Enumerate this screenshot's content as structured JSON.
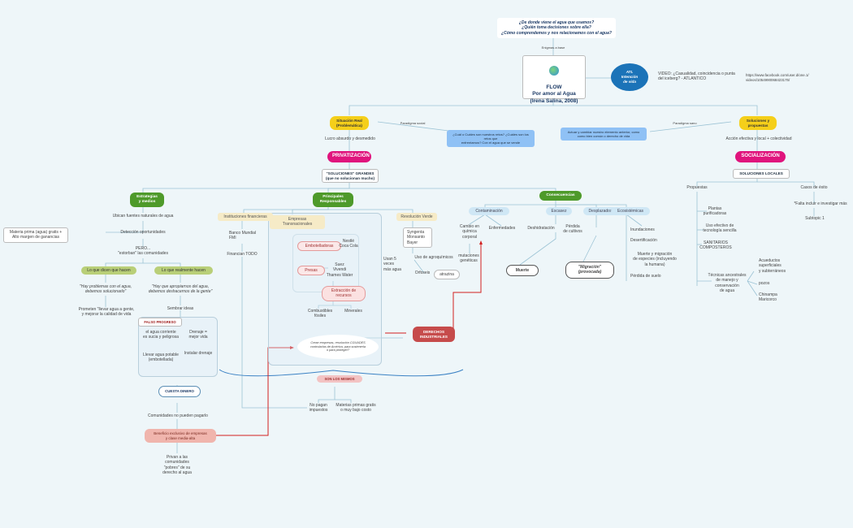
{
  "root": {
    "questions": "¿De donde viene el agua que usamos?\n¿Quién toma decisiones sobre ella?\n¿Cómo comprendemos y nos relacionamos con el agua?",
    "link_label": "Enigmas a base",
    "title": "FLOW\nPor amor al Agua\n(Irena Salina, 2008)"
  },
  "atl": {
    "label": "ATL\nIntención\nde vida",
    "video": "VIDEO: ¿Casualidad, coincidencia o punta\ndel iceberg? - ATLANTICO",
    "url": "https://www.facebook.com/user.d/one.1/\nvideos/1054990068423175/"
  },
  "situacion": {
    "label": "Situación Real\n(Problemática)",
    "paradigm": "Paradigma social",
    "bubble": "¿Cuál o Cuáles son nuestros retos? ¿Cuáles son los retos que\nenfrentamos? Con el agua que se vende",
    "lucro": "Lucro absurdo y desmedido",
    "privatizacion": "PRIVATIZACIÓN",
    "soluciones_grandes": "\"SOLUCIONES\" GRANDES\n(que no solucionan mucho)"
  },
  "soluciones": {
    "label": "Soluciones y\npropuestas",
    "paradigm": "Paradigma sano",
    "bubble": "Actuar y cambiar nuestro elemento anterior, como\ncomo bien común o derecho de vida",
    "accion": "Acción efectiva y local + colectividad",
    "socializacion": "SOCIALIZACIÓN",
    "locales": "SOLUCIONES LOCALES",
    "propuestas": "Propuestas",
    "casos": "Casos de éxito",
    "falta": "*Falta incluir e investigar más",
    "subtopic": "Subtopic 1",
    "items": [
      "Plantas\npurificadoras",
      "Uso efectivo de\ntecnología sencilla",
      "SANITARIOS\nCOMPOSTEROS",
      "Técnicas ancestrales\nde manejo y conservación\nde agua"
    ],
    "tecnicas": [
      "Acueductos\nsuperficiales\ny subterráneos",
      "pozos",
      "Chinampa\nMaricorco"
    ]
  },
  "estrategias": {
    "label": "Estrategias\ny medios",
    "ubican": "Ubican fuentes naturales de agua",
    "materia": "Materia prima (agua) gratis +\nAlto margen de ganancias",
    "deteccion": "Detección oportunidades",
    "pero": "PERO...\n\"estorban\" las comunidades",
    "dicen": "Lo que dicen que hacen",
    "hacen": "Lo que realmente hacen",
    "quote1": "\"Hay problemas con el agua,\ndebemos solucionarlo\"",
    "quote2": "\"Hay que apropiarnos del agua,\ndebemos deshacernos de la gente\"",
    "prometen": "Prometen \"llevar agua a gente,\ny mejorar la calidad de vida",
    "sembrar": "Sembrar ideas",
    "falso": "FALSO PROGRESO",
    "agua_corriente": "el agua corriente\nes sucia y peligrosa",
    "drenaje": "Drenaje =\nmejor vida",
    "llevar": "Llevar agua potable\n(embotellada)",
    "instalar": "Instalar drenaje",
    "cuesta": "CUESTA DINERO",
    "comunidades": "Comunidades no pueden pagarlo",
    "beneficio": "Beneficio exclusivo de empresas\ny clase media-alta",
    "privan": "Privan a las\ncomunidades\n\"pobres\" de su\nderecho al agua"
  },
  "principales": {
    "label": "Principales\nResponsables",
    "instituciones": "Instituciones financieras",
    "banco": "Banco Mundial\nFMI",
    "financian": "Financian TODO",
    "empresas": "Empresas Transnacionales",
    "embotelladoras": "Embotelladoras",
    "nestle": "Nestlé\nCoca Cola",
    "presas": "Presas",
    "suez": "Suez\nVivendi\nThames Water",
    "extraccion": "Extracción de\nrecursos",
    "combustibles": "Combustibles\nfósiles",
    "minerales": "Minerales",
    "crea": "Crean empresas, resolución CGUADES\ncontrolarlas de América, para sostenerla\no para proteger?",
    "revolucion": "Revolución Verde",
    "syngenta": "Syngenta\nMonsanto\nBayer",
    "usan": "Usan 5 veces\nmás agua",
    "uso_agro": "Uso de agroquímicos",
    "orfoseis": "Orfoseis",
    "atrazina": "atrazina",
    "son_mismos": "SON LOS MISMOS",
    "no_pagan": "No pagan\nimpuestos",
    "materias": "Materias primas gratis\no muy bajo costo",
    "derechos": "DERECHOS\nINDUSTRIALES"
  },
  "consecuencias": {
    "label": "Consecuencias",
    "contaminacion": "Contaminación",
    "escasez": "Escasez",
    "desplazados": "Desplazados",
    "ecosistemicas": "Ecosistémicas",
    "cambio": "Cambio en\nquímica\ncorporal",
    "enfermedades": "Enfermedades",
    "mutaciones": "mutaciones\ngenéticas",
    "deshidratacion": "Deshidratación",
    "muerte": "Muerte",
    "perdida_cultivos": "Pérdida\nde cultivos",
    "migracion": "\"Migración\"\n(provocada)",
    "inundaciones": "Inundaciones",
    "desertificacion": "Desertificación",
    "muerte_especies": "Muerte y migración\nde especies (incluyendo\nla humana)",
    "perdida_suelo": "Pérdida de suelo"
  },
  "colors": {
    "background": "#eef6f9",
    "yellow": "#f5cf1a",
    "pink": "#e0147d",
    "green": "#4e9a2a",
    "blue": "#1b73b8",
    "red_line": "#d22020"
  }
}
